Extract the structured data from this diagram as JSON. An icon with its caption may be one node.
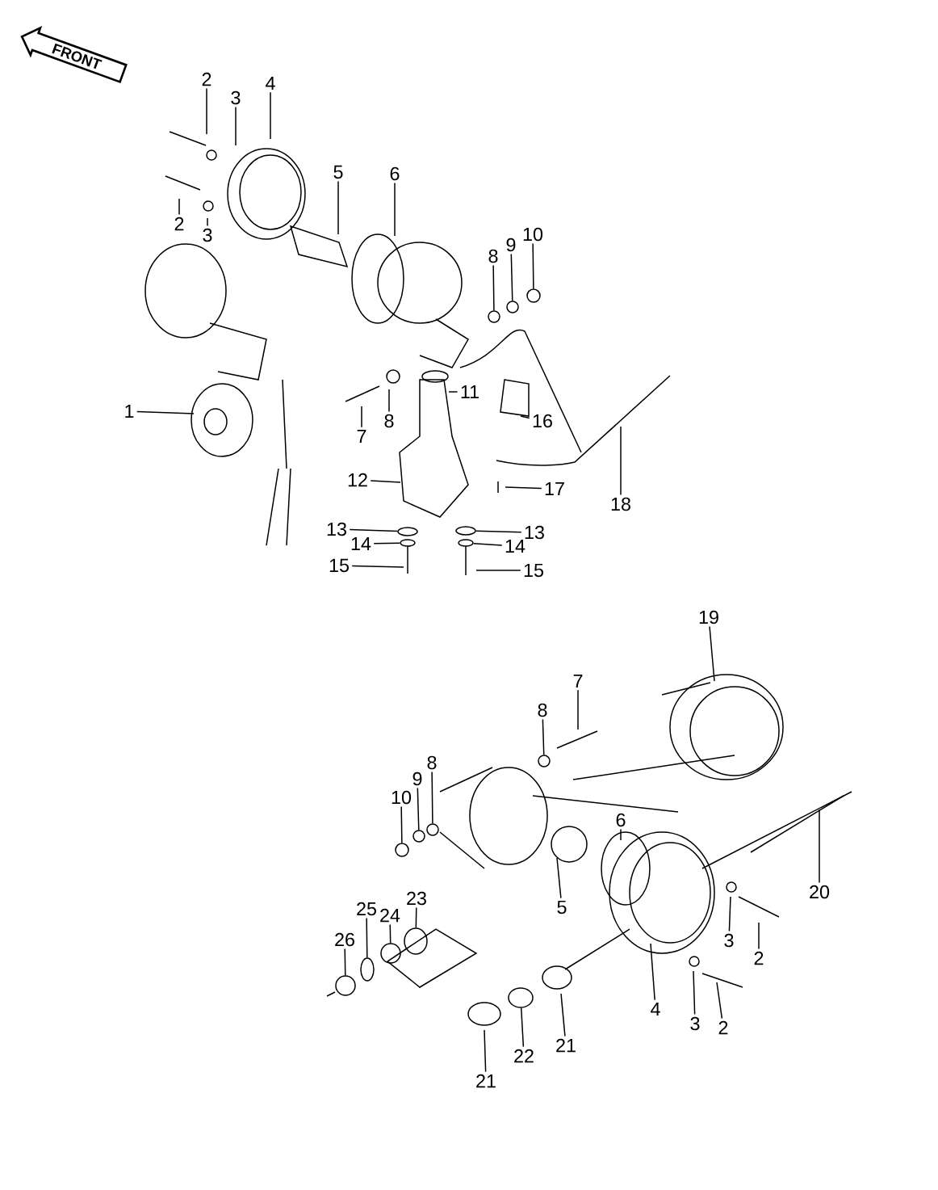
{
  "diagram": {
    "nodes": [
      {
        "text": [
          "2"
        ]
      },
      {
        "text": [
          "3"
        ]
      },
      {
        "text": [
          "4"
        ]
      },
      {
        "text": [
          "2"
        ]
      },
      {
        "text": [
          "3"
        ]
      },
      {
        "text": [
          "5"
        ]
      },
      {
        "text": [
          "6"
        ]
      },
      {
        "text": [
          "8"
        ]
      },
      {
        "text": [
          "9"
        ]
      },
      {
        "text": [
          "10"
        ]
      },
      {
        "text": [
          "1"
        ]
      },
      {
        "text": [
          "7"
        ]
      },
      {
        "text": [
          "8"
        ]
      },
      {
        "text": [
          "11"
        ]
      },
      {
        "text": [
          "16"
        ]
      },
      {
        "text": [
          "12"
        ]
      },
      {
        "text": [
          "17"
        ]
      },
      {
        "text": [
          "18"
        ]
      },
      {
        "text": [
          "13"
        ]
      },
      {
        "text": [
          "14"
        ]
      },
      {
        "text": [
          "15"
        ]
      },
      {
        "text": [
          "13"
        ]
      },
      {
        "text": [
          "14"
        ]
      },
      {
        "text": [
          "15"
        ]
      },
      {
        "text": [
          "19"
        ]
      },
      {
        "text": [
          "7"
        ]
      },
      {
        "text": [
          "8"
        ]
      },
      {
        "text": [
          "8"
        ]
      },
      {
        "text": [
          "9"
        ]
      },
      {
        "text": [
          "10"
        ]
      },
      {
        "text": [
          "6"
        ]
      },
      {
        "text": [
          "5"
        ]
      },
      {
        "text": [
          "23"
        ]
      },
      {
        "text": [
          "25"
        ]
      },
      {
        "text": [
          "24"
        ]
      },
      {
        "text": [
          "26"
        ]
      },
      {
        "text": [
          "3"
        ]
      },
      {
        "text": [
          "2"
        ]
      },
      {
        "text": [
          "20"
        ]
      },
      {
        "text": [
          "21"
        ]
      },
      {
        "text": [
          "22"
        ]
      },
      {
        "text": [
          "4"
        ]
      },
      {
        "text": [
          "3"
        ]
      },
      {
        "text": [
          "2"
        ]
      },
      {
        "text": [
          "21"
        ]
      },
      {
        "text": [],
        "shape": "circle"
      },
      {
        "text": [],
        "shape": "circle"
      },
      {
        "text": [],
        "shape": "circle"
      },
      {
        "text": [],
        "shape": "ellipse"
      },
      {
        "text": [],
        "shape": "ellipse"
      },
      {
        "text": [],
        "shape": "ellipse"
      },
      {
        "text": [],
        "shape": "ellipse"
      },
      {
        "text": [],
        "shape": "circle"
      },
      {
        "text": [],
        "shape": "circle"
      },
      {
        "text": [],
        "shape": "circle"
      },
      {
        "text": [],
        "shape": "circle"
      },
      {
        "text": [],
        "shape": "ellipse"
      },
      {
        "text": [],
        "shape": "ellipse"
      },
      {
        "text": [],
        "shape": "circle"
      },
      {
        "text": [],
        "shape": "circle"
      },
      {
        "text": [],
        "shape": "ellipse"
      }
    ],
    "edges": [
      {
        "from": 0,
        "to": null,
        "arrow": "none"
      },
      {
        "from": 1,
        "to": null,
        "arrow": "none"
      },
      {
        "from": 2,
        "to": null,
        "arrow": "none"
      },
      {
        "from": 3,
        "to": null,
        "arrow": "none"
      },
      {
        "from": 4,
        "to": null,
        "arrow": "none"
      },
      {
        "from": 5,
        "to": null,
        "arrow": "none"
      },
      {
        "from": 6,
        "to": null,
        "arrow": "none"
      },
      {
        "from": 7,
        "to": 45,
        "arrow": "none"
      },
      {
        "from": 8,
        "to": 46,
        "arrow": "none"
      },
      {
        "from": 9,
        "to": 47,
        "arrow": "none"
      },
      {
        "from": 10,
        "to": null,
        "arrow": "none"
      },
      {
        "from": 11,
        "to": null,
        "arrow": "none"
      },
      {
        "from": 12,
        "to": null,
        "arrow": "none"
      },
      {
        "from": 13,
        "to": null,
        "arrow": "none"
      },
      {
        "from": 14,
        "to": null,
        "arrow": "none"
      },
      {
        "from": 15,
        "to": null,
        "arrow": "none"
      },
      {
        "from": 16,
        "to": null,
        "arrow": "none"
      },
      {
        "from": 17,
        "to": null,
        "arrow": "none"
      },
      {
        "from": 18,
        "to": 48,
        "arrow": "none"
      },
      {
        "from": 19,
        "to": 49,
        "arrow": "none"
      },
      {
        "from": 20,
        "to": null,
        "arrow": "none"
      },
      {
        "from": 21,
        "to": 50,
        "arrow": "none"
      },
      {
        "from": 22,
        "to": 51,
        "arrow": "none"
      },
      {
        "from": 23,
        "to": null,
        "arrow": "none"
      },
      {
        "from": 24,
        "to": null,
        "arrow": "none"
      },
      {
        "from": 25,
        "to": null,
        "arrow": "none"
      },
      {
        "from": 26,
        "to": 52,
        "arrow": "none"
      },
      {
        "from": 27,
        "to": 53,
        "arrow": "none"
      },
      {
        "from": 28,
        "to": 54,
        "arrow": "none"
      },
      {
        "from": 29,
        "to": 55,
        "arrow": "none"
      },
      {
        "from": 30,
        "to": null,
        "arrow": "none"
      },
      {
        "from": 31,
        "to": null,
        "arrow": "none"
      },
      {
        "from": 32,
        "to": 56,
        "arrow": "none"
      },
      {
        "from": 33,
        "to": 57,
        "arrow": "none"
      },
      {
        "from": 34,
        "to": 58,
        "arrow": "none"
      },
      {
        "from": 35,
        "to": 59,
        "arrow": "none"
      },
      {
        "from": 36,
        "to": null,
        "arrow": "none"
      },
      {
        "from": 37,
        "to": null,
        "arrow": "none"
      },
      {
        "from": 38,
        "to": null,
        "arrow": "none"
      },
      {
        "from": 39,
        "to": null,
        "arrow": "none"
      },
      {
        "from": 40,
        "to": 60,
        "arrow": "none"
      },
      {
        "from": 41,
        "to": null,
        "arrow": "none"
      },
      {
        "from": 42,
        "to": null,
        "arrow": "none"
      },
      {
        "from": 43,
        "to": null,
        "arrow": "none"
      },
      {
        "from": 44,
        "to": null,
        "arrow": "none"
      }
    ],
    "labels": [
      "FRONT"
    ]
  }
}
